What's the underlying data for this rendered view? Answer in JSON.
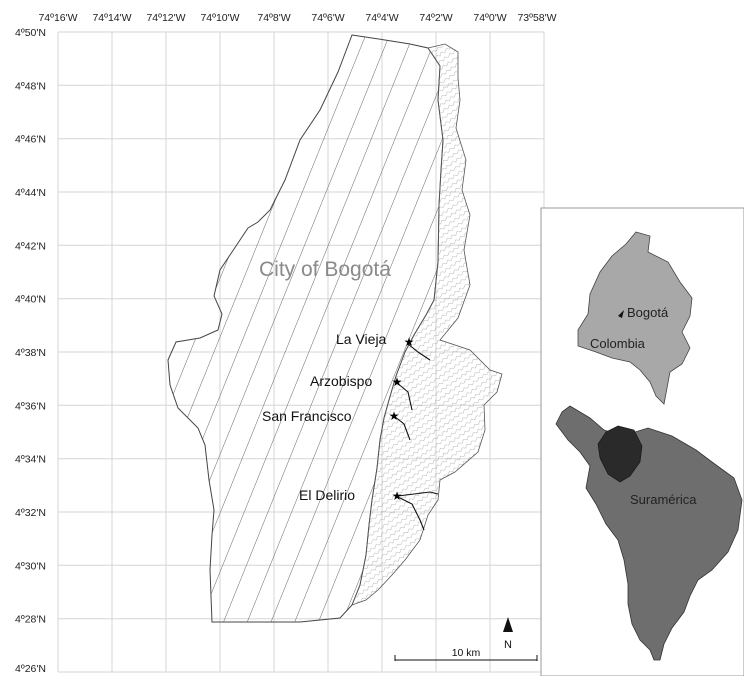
{
  "map": {
    "lon_ticks": [
      "74º16'W",
      "74º14'W",
      "74º12'W",
      "74º10'W",
      "74º8'W",
      "74º6'W",
      "74º4'W",
      "74º2'W",
      "74º0'W",
      "73º58'W"
    ],
    "lat_ticks": [
      "4º50'N",
      "4º48'N",
      "4º46'N",
      "4º44'N",
      "4º42'N",
      "4º40'N",
      "4º38'N",
      "4º36'N",
      "4º34'N",
      "4º32'N",
      "4º30'N",
      "4º28'N",
      "4º26'N"
    ],
    "city_label": "City of Bogotá",
    "sites": [
      {
        "name": "La Vieja"
      },
      {
        "name": "Arzobispo"
      },
      {
        "name": "San Francisco"
      },
      {
        "name": "El Delirio"
      }
    ],
    "north_label": "N",
    "scale_label": "10 km"
  },
  "inset": {
    "country_label": "Colombia",
    "capital_label": "Bogotá",
    "continent_label": "Suramérica"
  },
  "colors": {
    "grid": "#d6d6d6",
    "country": "#a8a8a8",
    "continent": "#6e6e6e",
    "colombia_in_continent": "#2a2a2a"
  }
}
